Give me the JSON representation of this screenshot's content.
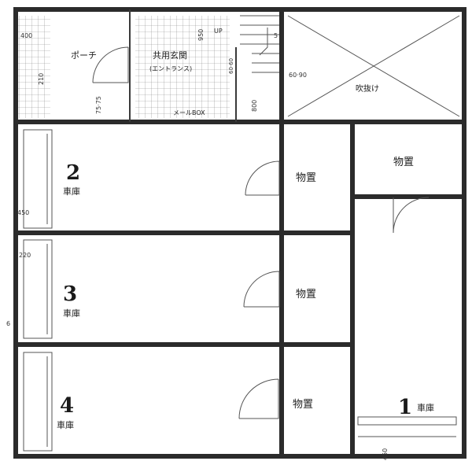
{
  "plan": {
    "rooms": {
      "porch": "ポーチ",
      "entrance": "共用玄関",
      "entrance_sub": "(エントランス)",
      "mailbox": "メールBOX",
      "void": "吹抜け",
      "storage": "物置"
    },
    "garages": [
      {
        "number": "2",
        "label": "車庫"
      },
      {
        "number": "3",
        "label": "車庫"
      },
      {
        "number": "4",
        "label": "車庫"
      },
      {
        "number": "1",
        "label": "車庫"
      }
    ],
    "dimensions": {
      "d400": "400",
      "d210": "210",
      "d7575": "75·75",
      "d950": "950",
      "up": "UP",
      "step5": "5",
      "d6060": "60·60",
      "d6090": "60·90",
      "d800": "800",
      "d450_left": "450",
      "d220": "220",
      "d6": "6",
      "d450_bottom": "450"
    }
  }
}
